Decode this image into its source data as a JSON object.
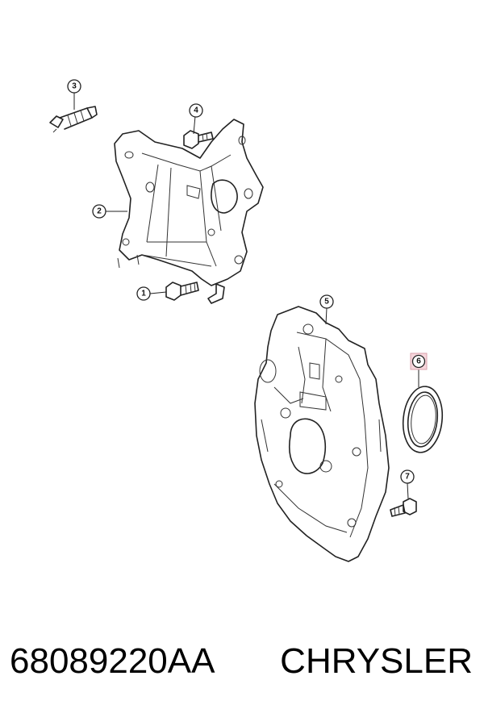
{
  "callouts": [
    {
      "num": "1"
    },
    {
      "num": "2"
    },
    {
      "num": "3"
    },
    {
      "num": "4"
    },
    {
      "num": "5"
    },
    {
      "num": "6",
      "highlighted": true
    },
    {
      "num": "7"
    }
  ],
  "colors": {
    "highlight": "#f6d6dc",
    "line": "#222222"
  },
  "caption": {
    "part_number": "68089220AA",
    "brand": "CHRYSLER"
  }
}
